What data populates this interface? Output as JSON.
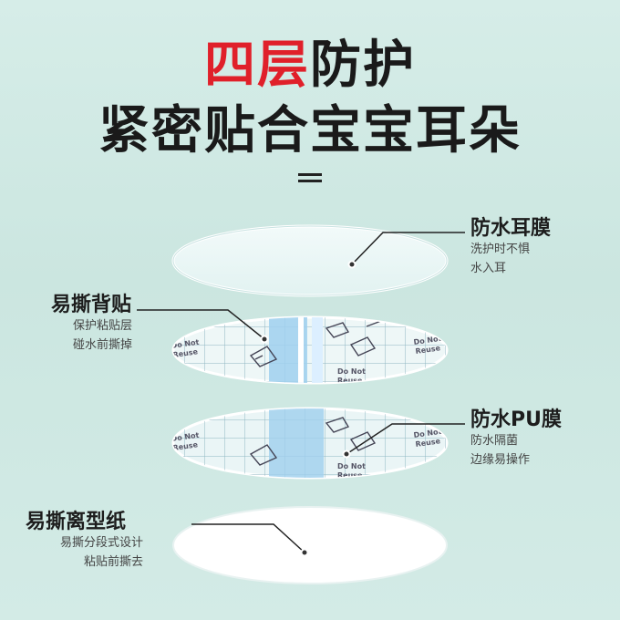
{
  "title": {
    "red_part": "四层",
    "black_part": "防护",
    "line2": "紧密贴合宝宝耳朵"
  },
  "layers": [
    {
      "main": "防水耳膜",
      "sub1": "洗护时不惧",
      "sub2": "水入耳"
    },
    {
      "main": "易撕背贴",
      "sub1": "保护粘贴层",
      "sub2": "碰水前撕掉"
    },
    {
      "main": "防水PU膜",
      "sub1": "防水隔菌",
      "sub2": "边缘易操作"
    },
    {
      "main": "易撕离型纸",
      "sub1": "易撕分段式设计",
      "sub2": "粘贴前撕去"
    }
  ],
  "print_text": {
    "do_not": "Do Not",
    "reuse": "Reuse"
  },
  "colors": {
    "background": "#cfe8e3",
    "accent_red": "#e0202a",
    "strip_blue": "#9fd0ee"
  }
}
